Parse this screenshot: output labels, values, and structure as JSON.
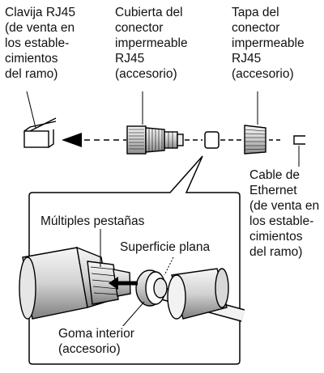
{
  "labels": {
    "rj45_plug": [
      "Clavija RJ45",
      "(de venta en",
      "los estable-",
      "cimientos",
      "del ramo)"
    ],
    "cover": [
      "Cubierta del",
      "conector",
      "impermeable",
      "RJ45",
      "(accesorio)"
    ],
    "cap": [
      "Tapa del",
      "conector",
      "impermeable",
      "RJ45",
      "(accesorio)"
    ],
    "ethernet_cable": [
      "Cable de",
      "Ethernet",
      "(de venta en",
      "los estable-",
      "cimientos",
      "del ramo)"
    ]
  },
  "detail": {
    "tabs": "Múltiples pestañas",
    "flat_surface": "Superficie plana",
    "inner_rubber": [
      "Goma interior",
      "(accesorio)"
    ]
  },
  "colors": {
    "line": "#000000",
    "shade": "#d9d9d9",
    "shade_dark": "#9a9a9a"
  }
}
